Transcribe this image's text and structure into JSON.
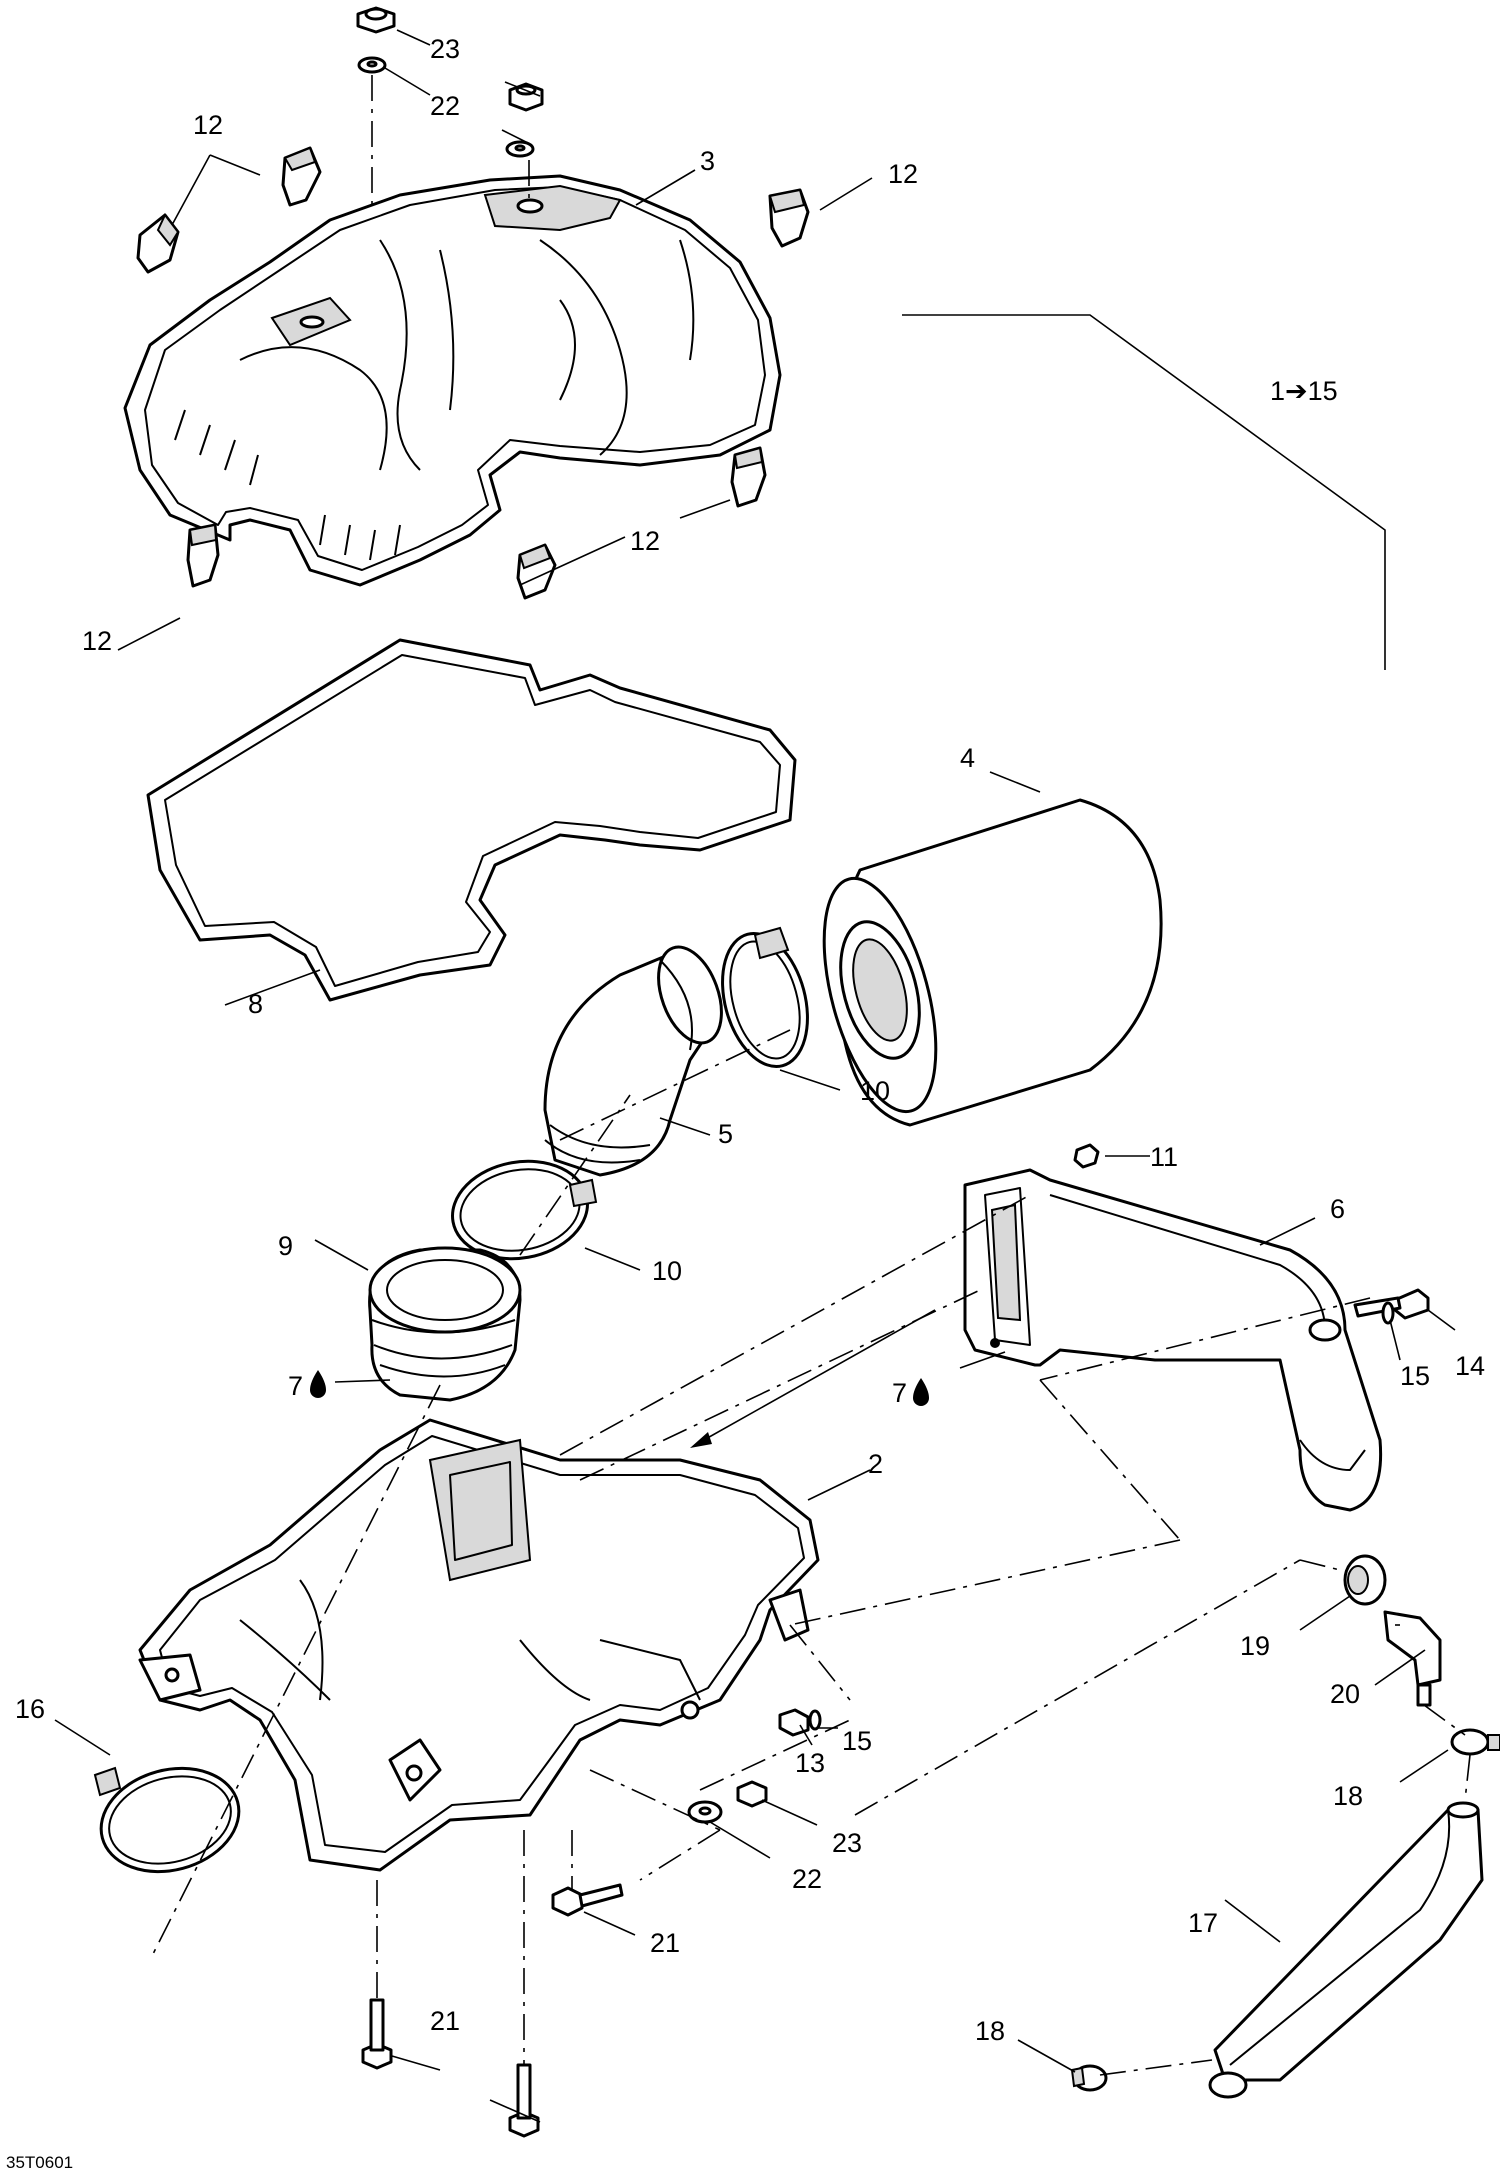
{
  "diagram_code": "35T0601",
  "callouts": {
    "c1": "1",
    "c1_arrow": "➔",
    "c1_end": "15",
    "c2": "2",
    "c3": "3",
    "c4": "4",
    "c5": "5",
    "c6": "6",
    "c7a": "7",
    "c7b": "7",
    "c8": "8",
    "c9": "9",
    "c10a": "10",
    "c10b": "10",
    "c11": "11",
    "c12a": "12",
    "c12b": "12",
    "c12c": "12",
    "c12d": "12",
    "c13": "13",
    "c14": "14",
    "c15a": "15",
    "c15b": "15",
    "c16": "16",
    "c17": "17",
    "c18a": "18",
    "c18b": "18",
    "c19": "19",
    "c20": "20",
    "c21a": "21",
    "c21b": "21",
    "c22a": "22",
    "c22b": "22",
    "c23a": "23",
    "c23b": "23"
  },
  "icons": {
    "oil_drop": "oil-drop-icon"
  }
}
